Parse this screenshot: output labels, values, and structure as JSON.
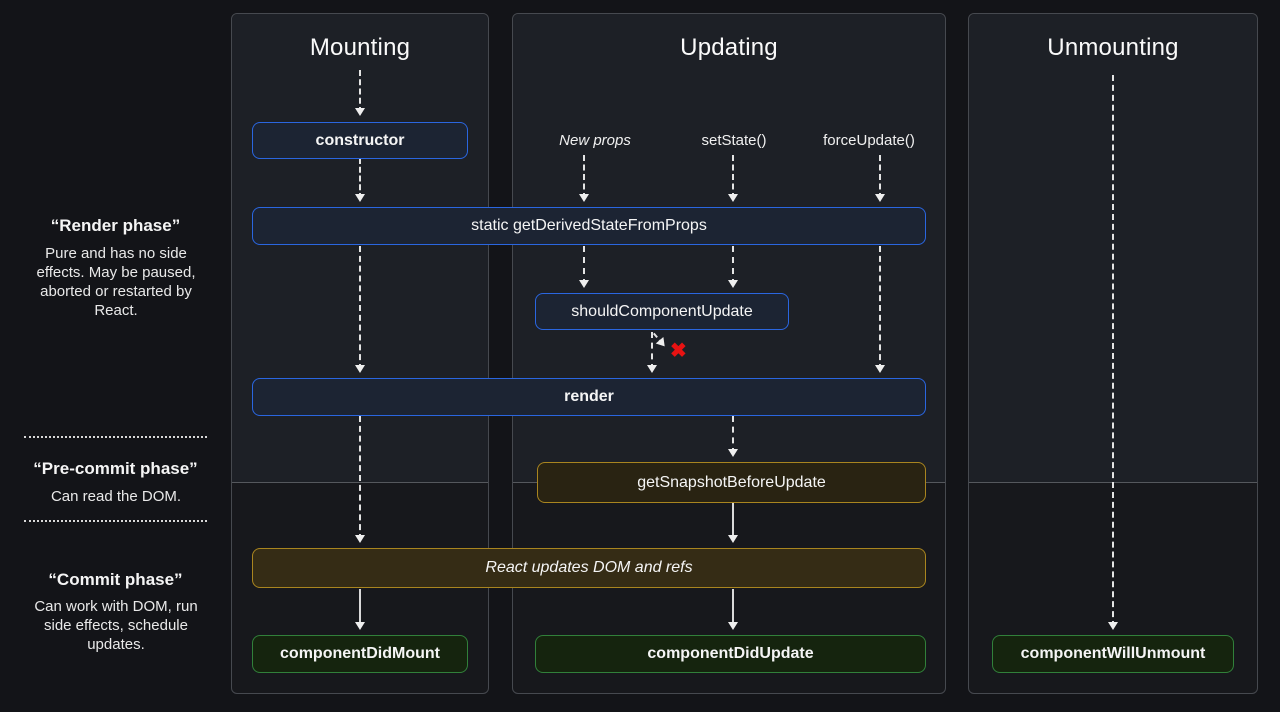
{
  "sidebar": {
    "render_phase": {
      "title": "“Render phase”",
      "description": "Pure and has no side effects. May be paused, aborted or restarted by React."
    },
    "pre_commit_phase": {
      "title": "“Pre-commit phase”",
      "description": "Can read the DOM."
    },
    "commit_phase": {
      "title": "“Commit phase”",
      "description": "Can work with DOM, run side effects, schedule updates."
    }
  },
  "columns": [
    {
      "title": "Mounting"
    },
    {
      "title": "Updating"
    },
    {
      "title": "Unmounting"
    }
  ],
  "update_triggers": [
    {
      "label": "New props"
    },
    {
      "label": "setState()"
    },
    {
      "label": "forceUpdate()"
    }
  ],
  "methods": {
    "constructor": "constructor",
    "getDerivedStateFromProps": "static getDerivedStateFromProps",
    "shouldComponentUpdate": "shouldComponentUpdate",
    "render": "render",
    "getSnapshotBeforeUpdate": "getSnapshotBeforeUpdate",
    "reactUpdatesDom": "React updates DOM and refs",
    "componentDidMount": "componentDidMount",
    "componentDidUpdate": "componentDidUpdate",
    "componentWillUnmount": "componentWillUnmount"
  },
  "cancel_marker": "✖",
  "colors": {
    "background": "#131418",
    "panel": "#1d2026",
    "accent_blue": "#2a66e0",
    "accent_yellow": "#a9851f",
    "accent_green": "#31803a",
    "cancel_red": "#e81212"
  }
}
